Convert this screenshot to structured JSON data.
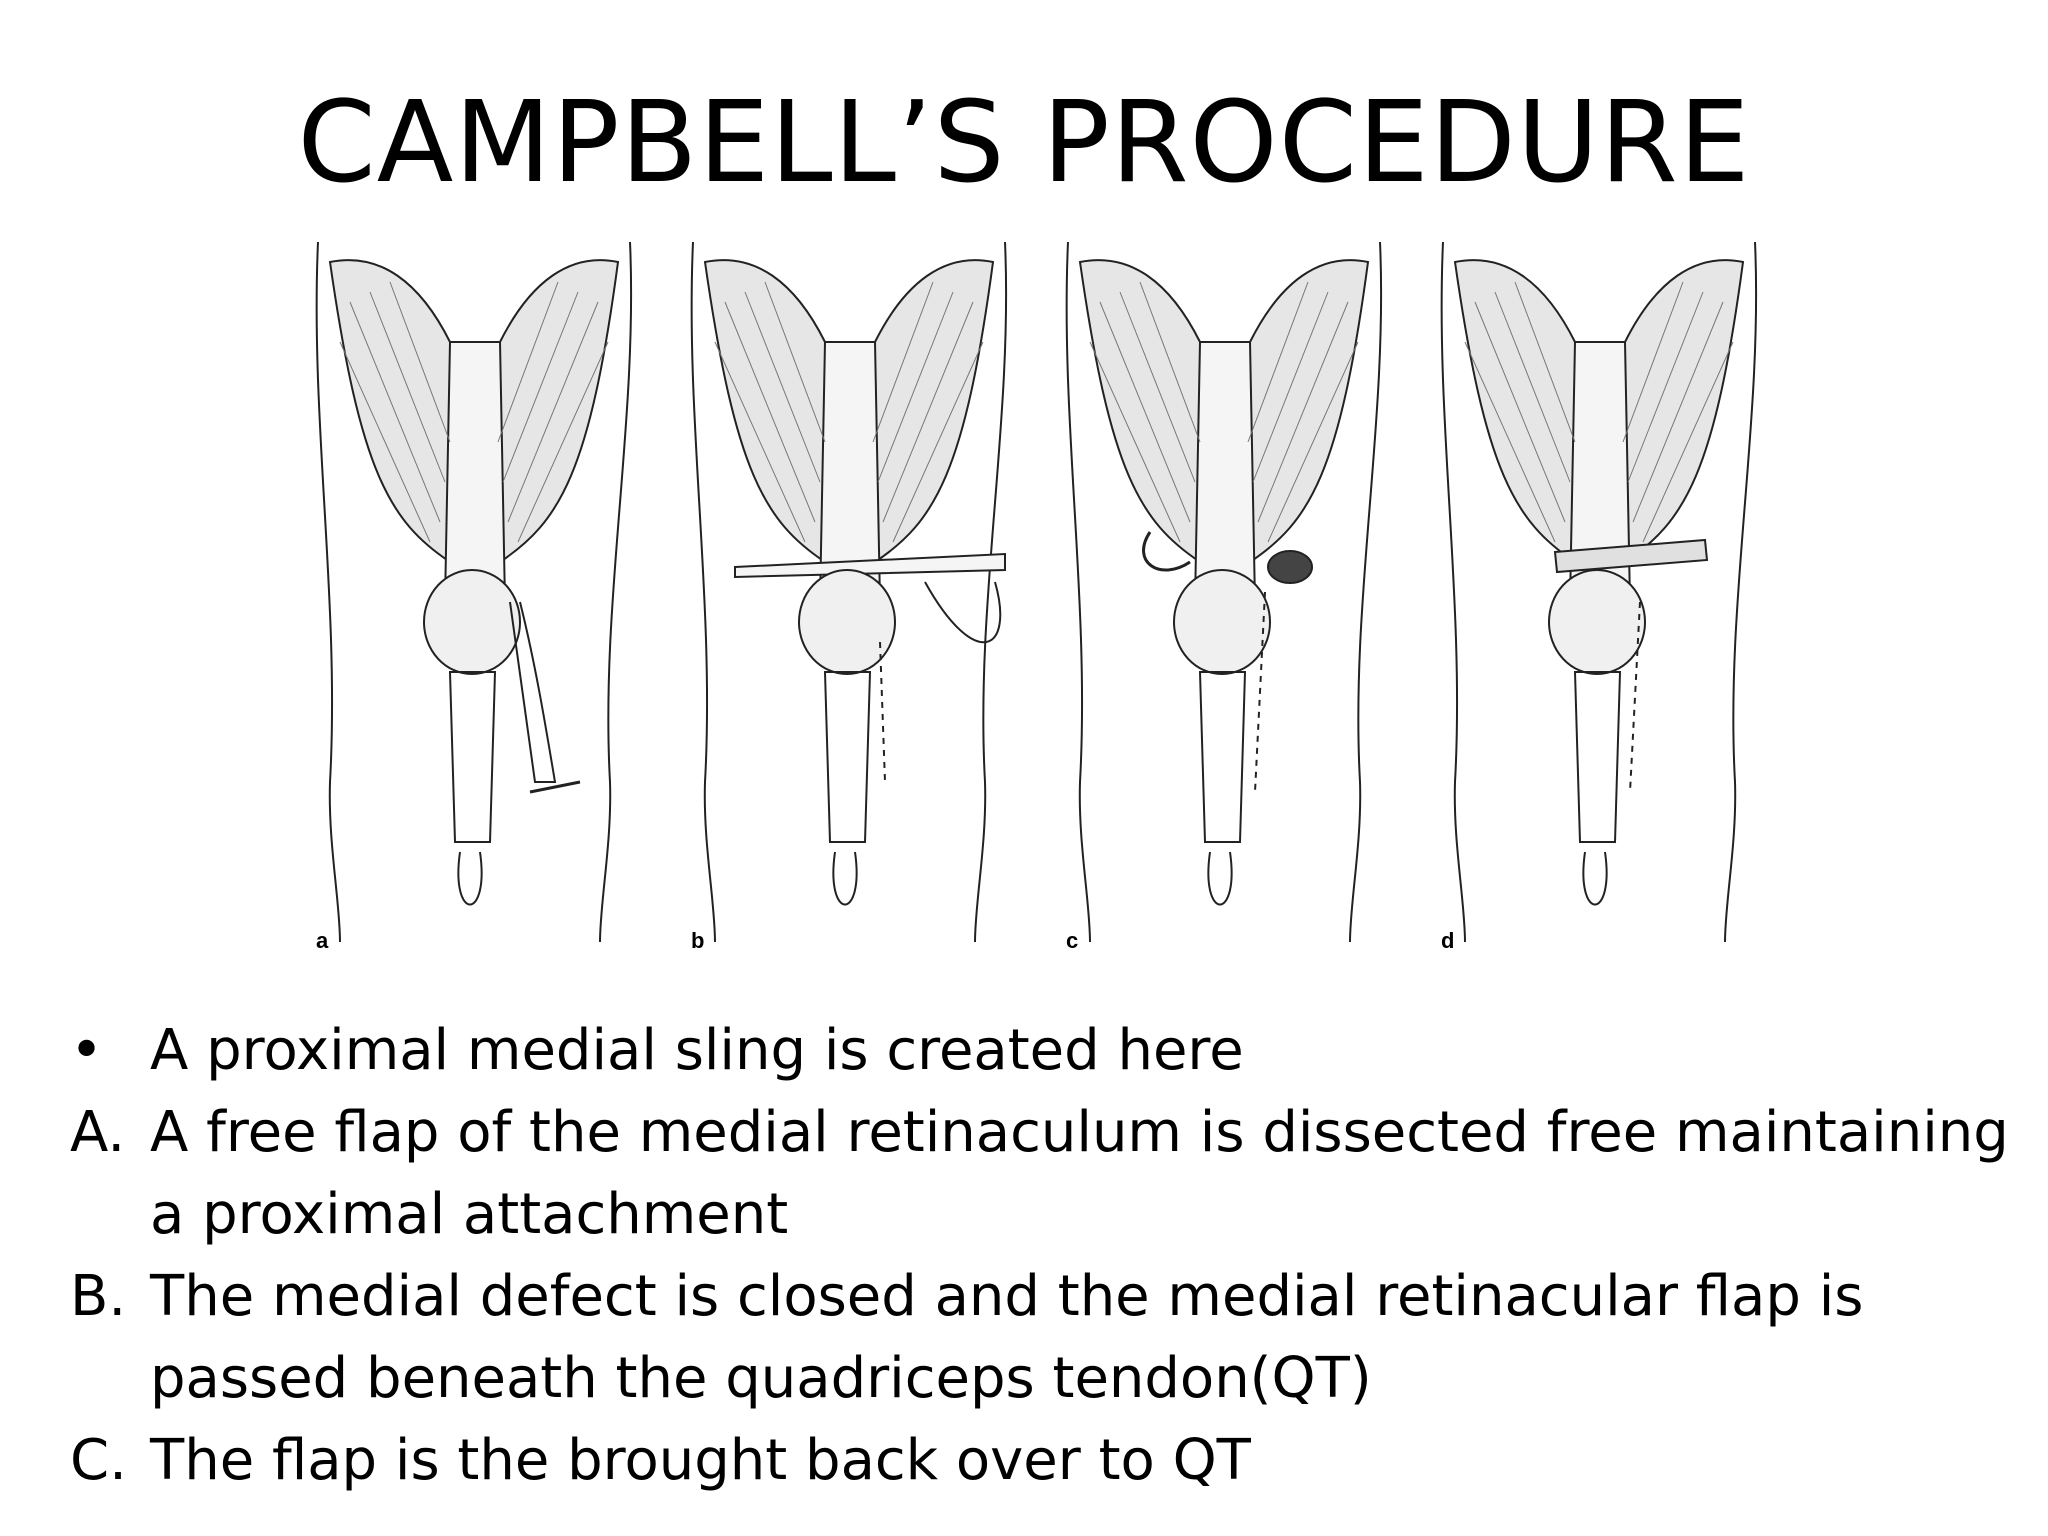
{
  "slide": {
    "title": "CAMPBELL’S PROCEDURE",
    "figure": {
      "panels": [
        {
          "label": "a"
        },
        {
          "label": "b"
        },
        {
          "label": "c"
        },
        {
          "label": "d"
        }
      ]
    },
    "items": [
      {
        "marker": "•",
        "text": "A proximal medial sling is created here"
      },
      {
        "marker": "A.",
        "text": "A free flap of the medial retinaculum is dissected free maintaining a proximal attachment"
      },
      {
        "marker": "B.",
        "text": "The medial defect is closed and the medial retinacular flap is passed beneath the quadriceps tendon(QT)"
      },
      {
        "marker": "C.",
        "text": "The flap is the brought back over to QT"
      }
    ]
  }
}
